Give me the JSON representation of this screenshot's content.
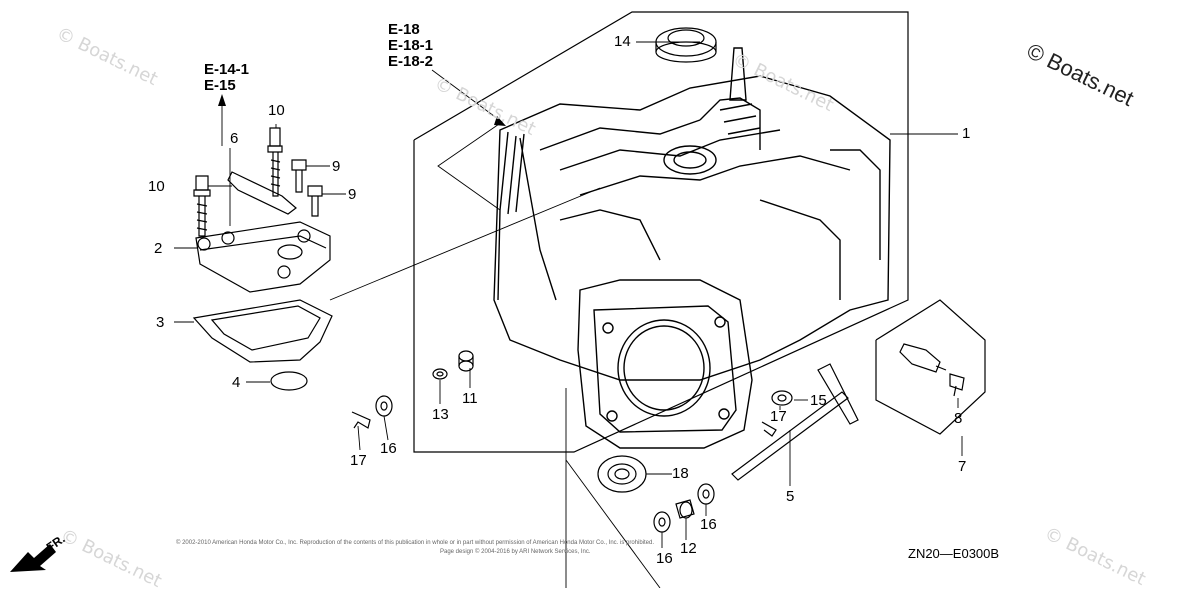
{
  "watermark": {
    "main": "© Boats.net",
    "faint": "© Boats.net"
  },
  "references": {
    "left_top": "E-14-1",
    "left_bottom": "E-15",
    "center_1": "E-18",
    "center_2": "E-18-1",
    "center_3": "E-18-2"
  },
  "callouts": {
    "c1": "1",
    "c2": "2",
    "c3": "3",
    "c4": "4",
    "c5": "5",
    "c6": "6",
    "c7": "7",
    "c8": "8",
    "c9a": "9",
    "c9b": "9",
    "c10a": "10",
    "c10b": "10",
    "c11": "11",
    "c12": "12",
    "c13": "13",
    "c14": "14",
    "c15": "15",
    "c16a": "16",
    "c16b": "16",
    "c16c": "16",
    "c17a": "17",
    "c17b": "17",
    "c18": "18"
  },
  "diagram_code": "ZN20—E0300B",
  "front_label": "FR.",
  "copyright_line1": "© 2002-2010 American Honda Motor Co., Inc. Reproduction of the contents of this publication in whole or in part without permission of American Honda Motor Co., Inc. is prohibited.",
  "copyright_line2": "Page design © 2004-2016 by ARI Network Services, Inc."
}
